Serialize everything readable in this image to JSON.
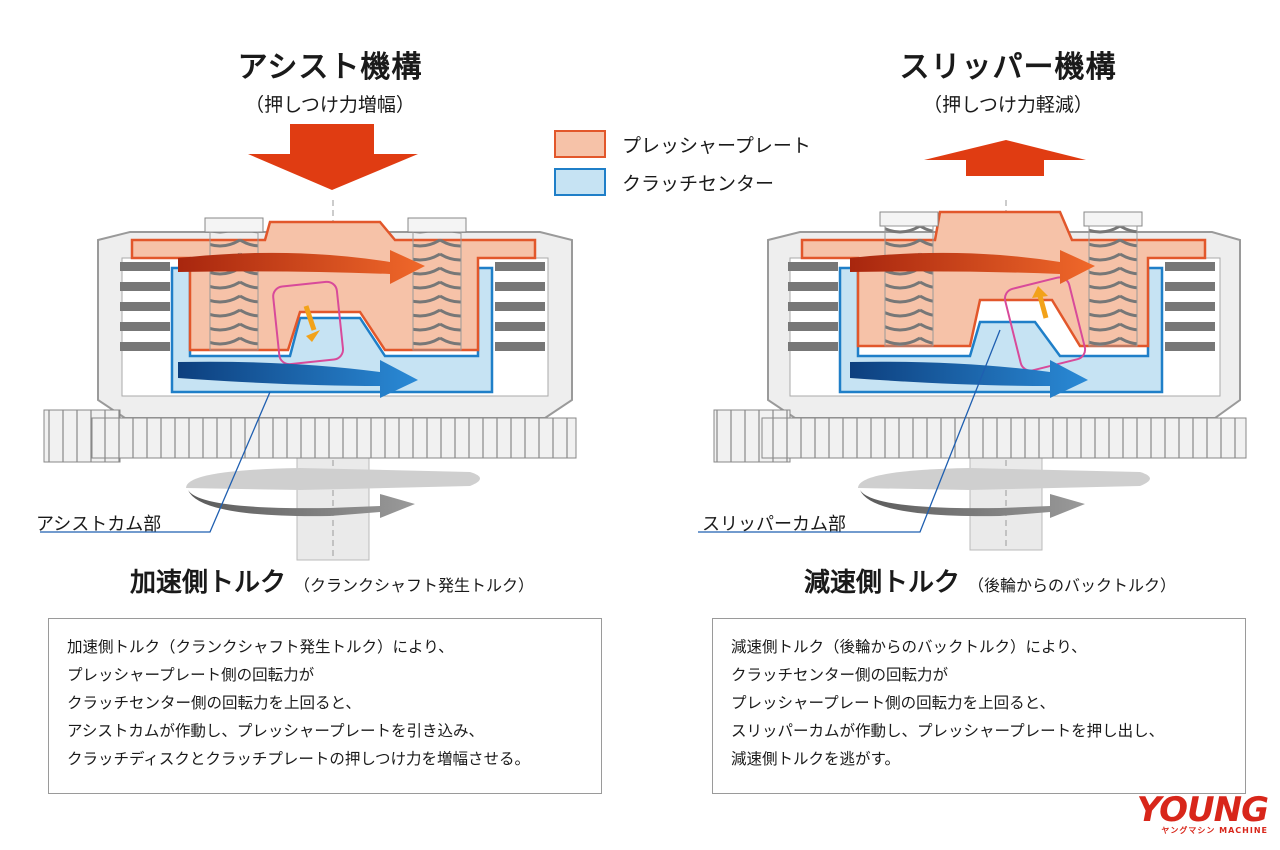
{
  "left": {
    "title": "アシスト機構",
    "subtitle": "（押しつけ力増幅）",
    "cam_label": "アシストカム部",
    "torque_title": "加速側トルク",
    "torque_sub": "（クランクシャフト発生トルク）",
    "description": [
      "加速側トルク（クランクシャフト発生トルク）により、",
      "プレッシャープレート側の回転力が",
      "クラッチセンター側の回転力を上回ると、",
      "アシストカムが作動し、プレッシャープレートを引き込み、",
      "クラッチディスクとクラッチプレートの押しつけ力を増幅させる。"
    ]
  },
  "right": {
    "title": "スリッパー機構",
    "subtitle": "（押しつけ力軽減）",
    "cam_label": "スリッパーカム部",
    "torque_title": "減速側トルク",
    "torque_sub": "（後輪からのバックトルク）",
    "description": [
      "減速側トルク（後輪からのバックトルク）により、",
      "クラッチセンター側の回転力が",
      "プレッシャープレート側の回転力を上回ると、",
      "スリッパーカムが作動し、プレッシャープレートを押し出し、",
      "減速側トルクを逃がす。"
    ]
  },
  "legend": {
    "pressure_plate": "プレッシャープレート",
    "clutch_center": "クラッチセンター"
  },
  "logo": {
    "main": "YOUNG",
    "sub": "ヤングマシン MACHINE"
  },
  "colors": {
    "pressure_fill": "#f6c2a8",
    "pressure_stroke": "#e2572b",
    "center_fill": "#c6e3f3",
    "center_stroke": "#1f7fc8",
    "force_arrow": "#e03c12",
    "logo": "#d8261a"
  }
}
